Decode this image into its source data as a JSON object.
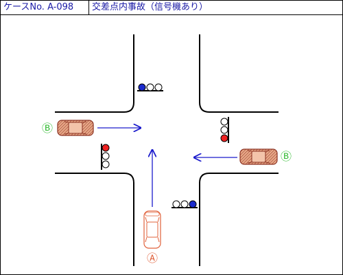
{
  "header": {
    "case_no": "ケースNo. A-098",
    "title": "交差点内事故（信号機あり）"
  },
  "labels": {
    "vehicle_a": "Ⓐ",
    "vehicle_b_left": "Ⓑ",
    "vehicle_b_right": "Ⓑ"
  },
  "colors": {
    "road_line": "#000000",
    "arrow": "#1a1acc",
    "vehicle_a": "#e0603a",
    "vehicle_b": "#8a3020",
    "vehicle_b_fill": "#e8a888",
    "label_a": "#e0603a",
    "label_b": "#33bb33",
    "signal_red": "#ee2222",
    "signal_blue": "#1a2acc"
  },
  "signals": [
    {
      "id": "north",
      "lit": "blue"
    },
    {
      "id": "east",
      "lit": "red"
    },
    {
      "id": "west",
      "lit": "red"
    },
    {
      "id": "south",
      "lit": "blue"
    }
  ]
}
